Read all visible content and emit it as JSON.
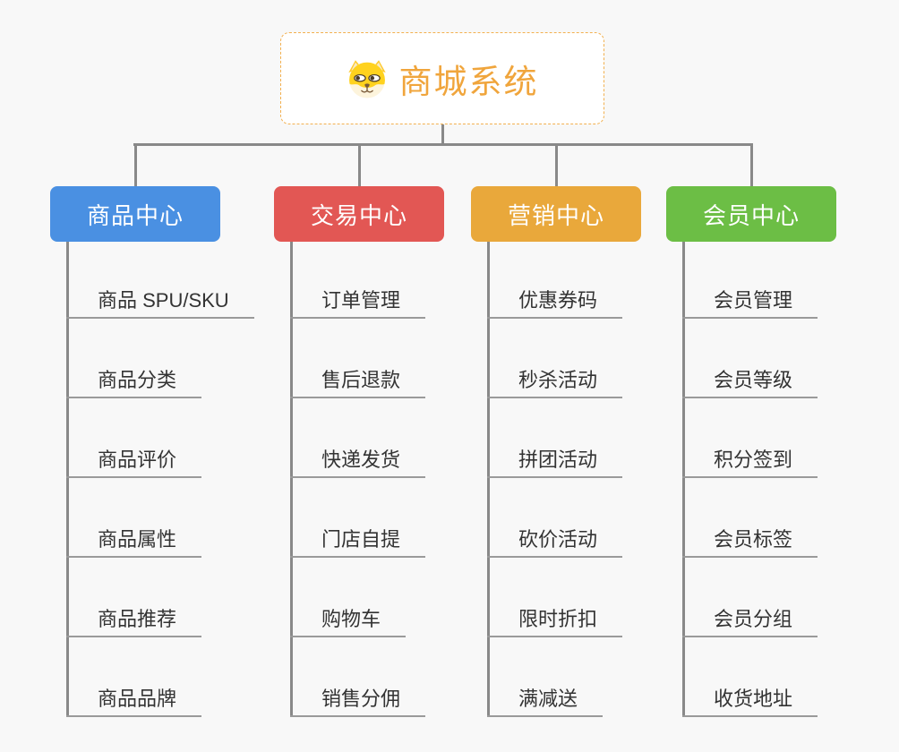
{
  "root": {
    "title": "商城系统",
    "icon": "shiba-dog-icon"
  },
  "branches": [
    {
      "label": "商品中心",
      "color": "#4A90E2",
      "items": [
        "商品 SPU/SKU",
        "商品分类",
        "商品评价",
        "商品属性",
        "商品推荐",
        "商品品牌"
      ]
    },
    {
      "label": "交易中心",
      "color": "#E25754",
      "items": [
        "订单管理",
        "售后退款",
        "快递发货",
        "门店自提",
        "购物车",
        "销售分佣"
      ]
    },
    {
      "label": "营销中心",
      "color": "#E9A83B",
      "items": [
        "优惠券码",
        "秒杀活动",
        "拼团活动",
        "砍价活动",
        "限时折扣",
        "满减送"
      ]
    },
    {
      "label": "会员中心",
      "color": "#6CBE45",
      "items": [
        "会员管理",
        "会员等级",
        "积分签到",
        "会员标签",
        "会员分组",
        "收货地址"
      ]
    }
  ],
  "colors": {
    "background": "#F8F8F8",
    "line": "#898989",
    "underline": "#9A9A9A",
    "leaf_text": "#333333",
    "root_text": "#F0A53C",
    "root_border": "#F2B04F",
    "root_bg": "#FFFFFF",
    "branch_text": "#FFFFFF"
  }
}
